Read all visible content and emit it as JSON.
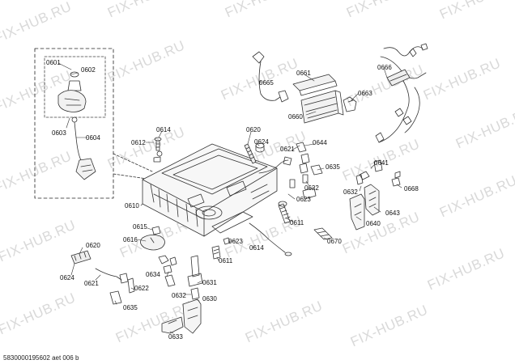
{
  "watermark": "FIX-HUB.RU",
  "footer": "5830000195602 aet 006 b",
  "labels": {
    "p0601": "0601",
    "p0602": "0602",
    "p0603": "0603",
    "p0604": "0604",
    "p0610": "0610",
    "p0612": "0612",
    "p0614": "0614",
    "p0620": "0620",
    "p0624": "0624",
    "p0621": "0621",
    "p0644": "0644",
    "p0622": "0622",
    "p0635": "0635",
    "p0623": "0623",
    "p0611": "0611",
    "p0665": "0665",
    "p0661": "0661",
    "p0660": "0660",
    "p0663": "0663",
    "p0666": "0666",
    "p0641": "0641",
    "p0632": "0632",
    "p0668": "0668",
    "p0643": "0643",
    "p0640": "0640",
    "p0670": "0670",
    "p0615": "0615",
    "p0616": "0616",
    "p0614b": "0614",
    "p0623b": "0623",
    "p0611b": "0611",
    "p0620b": "0620",
    "p0624b": "0624",
    "p0621b": "0621",
    "p0622b": "0622",
    "p0635b": "0635",
    "p0634": "0634",
    "p0631": "0631",
    "p0632b": "0632",
    "p0630": "0630",
    "p0633": "0633"
  }
}
